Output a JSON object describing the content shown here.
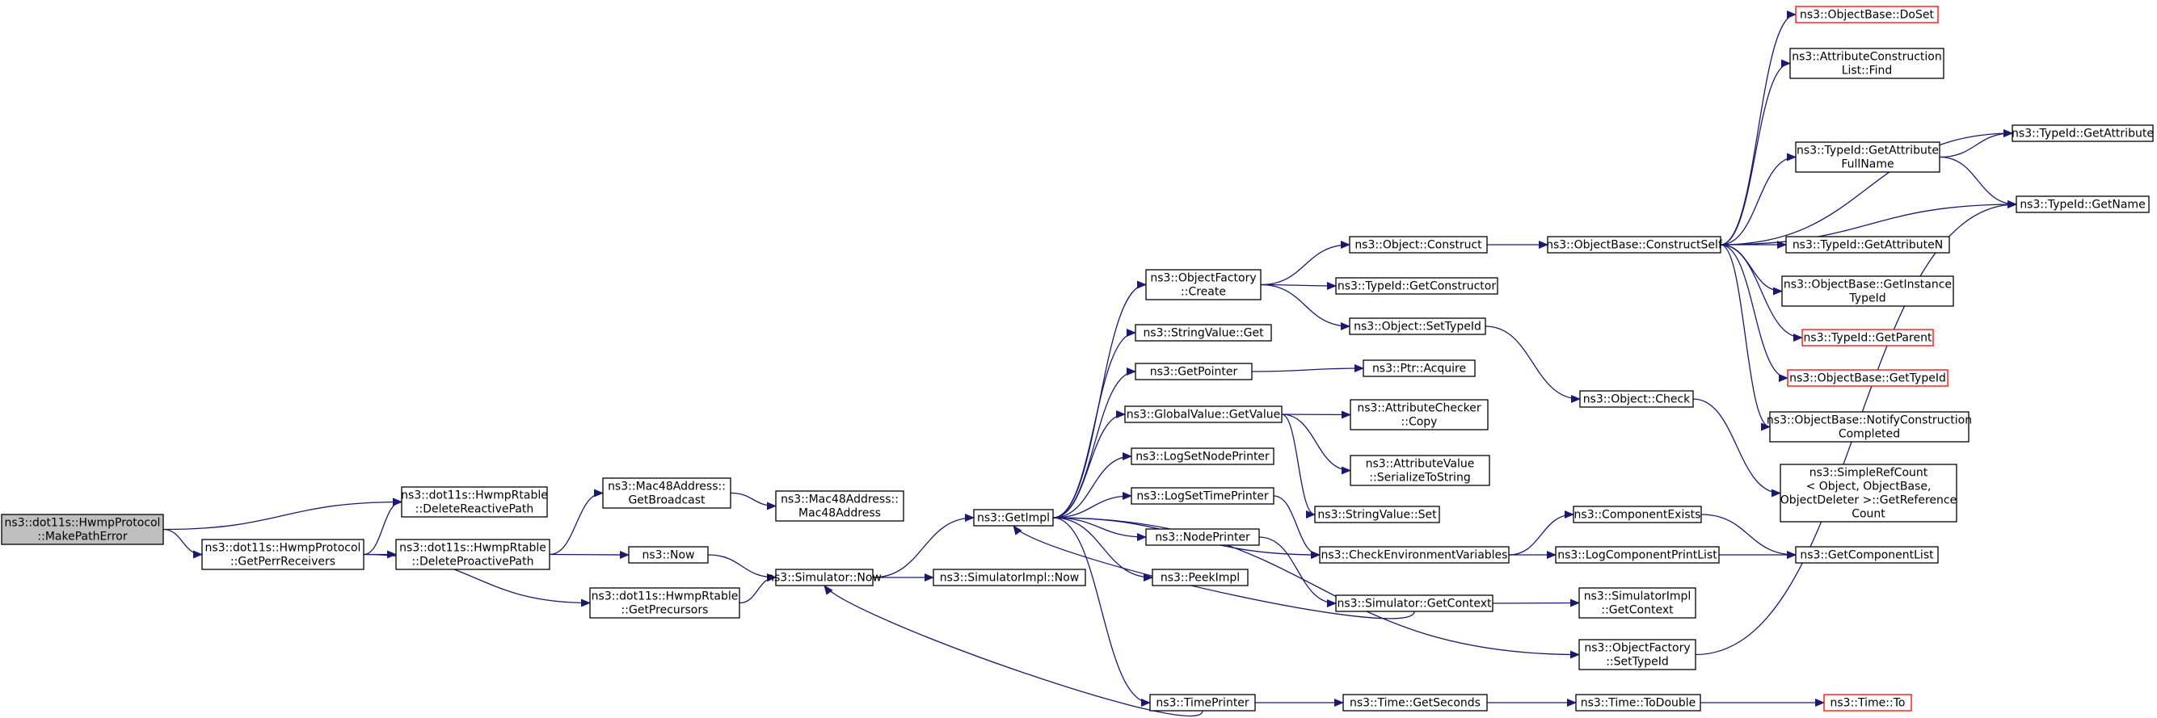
{
  "diagram": {
    "type": "call-graph",
    "colors": {
      "edge": "#191970",
      "node_border": "#000000",
      "node_border_truncated": "#ff0000",
      "node_fill": "#ffffff",
      "root_fill": "#bfbfbf"
    },
    "nodes": [
      {
        "id": "makePathError",
        "lines": [
          "ns3::dot11s::HwmpProtocol",
          "::MakePathError"
        ],
        "style": "root"
      },
      {
        "id": "deleteReactivePath",
        "lines": [
          "ns3::dot11s::HwmpRtable",
          "::DeleteReactivePath"
        ],
        "style": "normal"
      },
      {
        "id": "getPerrReceivers",
        "lines": [
          "ns3::dot11s::HwmpProtocol",
          "::GetPerrReceivers"
        ],
        "style": "normal"
      },
      {
        "id": "deleteProactivePath",
        "lines": [
          "ns3::dot11s::HwmpRtable",
          "::DeleteProactivePath"
        ],
        "style": "normal"
      },
      {
        "id": "getPrecursors",
        "lines": [
          "ns3::dot11s::HwmpRtable",
          "::GetPrecursors"
        ],
        "style": "normal"
      },
      {
        "id": "getBroadcast",
        "lines": [
          "ns3::Mac48Address::",
          "GetBroadcast"
        ],
        "style": "normal"
      },
      {
        "id": "mac48Address",
        "lines": [
          "ns3::Mac48Address::",
          "Mac48Address"
        ],
        "style": "normal"
      },
      {
        "id": "now",
        "lines": [
          "ns3::Now"
        ],
        "style": "normal"
      },
      {
        "id": "simulatorNow",
        "lines": [
          "ns3::Simulator::Now"
        ],
        "style": "normal"
      },
      {
        "id": "simulatorImplNow",
        "lines": [
          "ns3::SimulatorImpl::Now"
        ],
        "style": "normal"
      },
      {
        "id": "getImpl",
        "lines": [
          "ns3::GetImpl"
        ],
        "style": "normal"
      },
      {
        "id": "objectFactoryCreate",
        "lines": [
          "ns3::ObjectFactory",
          "::Create"
        ],
        "style": "normal"
      },
      {
        "id": "stringValueGet",
        "lines": [
          "ns3::StringValue::Get"
        ],
        "style": "normal"
      },
      {
        "id": "getPointer",
        "lines": [
          "ns3::GetPointer"
        ],
        "style": "normal"
      },
      {
        "id": "globalValueGetValue",
        "lines": [
          "ns3::GlobalValue::GetValue"
        ],
        "style": "normal"
      },
      {
        "id": "logSetNodePrinter",
        "lines": [
          "ns3::LogSetNodePrinter"
        ],
        "style": "normal"
      },
      {
        "id": "logSetTimePrinter",
        "lines": [
          "ns3::LogSetTimePrinter"
        ],
        "style": "normal"
      },
      {
        "id": "nodePrinter",
        "lines": [
          "ns3::NodePrinter"
        ],
        "style": "normal"
      },
      {
        "id": "peekImpl",
        "lines": [
          "ns3::PeekImpl"
        ],
        "style": "normal"
      },
      {
        "id": "timePrinter",
        "lines": [
          "ns3::TimePrinter"
        ],
        "style": "normal"
      },
      {
        "id": "objectConstruct",
        "lines": [
          "ns3::Object::Construct"
        ],
        "style": "normal"
      },
      {
        "id": "typeIdGetConstructor",
        "lines": [
          "ns3::TypeId::GetConstructor"
        ],
        "style": "normal"
      },
      {
        "id": "objectSetTypeId",
        "lines": [
          "ns3::Object::SetTypeId"
        ],
        "style": "normal"
      },
      {
        "id": "ptrAcquire",
        "lines": [
          "ns3::Ptr::Acquire"
        ],
        "style": "normal"
      },
      {
        "id": "attributeCheckerCopy",
        "lines": [
          "ns3::AttributeChecker",
          "::Copy"
        ],
        "style": "normal"
      },
      {
        "id": "attributeValueSerialize",
        "lines": [
          "ns3::AttributeValue",
          "::SerializeToString"
        ],
        "style": "normal"
      },
      {
        "id": "stringValueSet",
        "lines": [
          "ns3::StringValue::Set"
        ],
        "style": "normal"
      },
      {
        "id": "checkEnvVars",
        "lines": [
          "ns3::CheckEnvironmentVariables"
        ],
        "style": "normal"
      },
      {
        "id": "simulatorGetContext",
        "lines": [
          "ns3::Simulator::GetContext"
        ],
        "style": "normal"
      },
      {
        "id": "timeGetSeconds",
        "lines": [
          "ns3::Time::GetSeconds"
        ],
        "style": "normal"
      },
      {
        "id": "objectBaseConstructSelf",
        "lines": [
          "ns3::ObjectBase::ConstructSelf"
        ],
        "style": "normal"
      },
      {
        "id": "objectCheck",
        "lines": [
          "ns3::Object::Check"
        ],
        "style": "normal"
      },
      {
        "id": "componentExists",
        "lines": [
          "ns3::ComponentExists"
        ],
        "style": "normal"
      },
      {
        "id": "logComponentPrintList",
        "lines": [
          "ns3::LogComponentPrintList"
        ],
        "style": "normal"
      },
      {
        "id": "simulatorImplGetContext",
        "lines": [
          "ns3::SimulatorImpl",
          "::GetContext"
        ],
        "style": "normal"
      },
      {
        "id": "objectFactorySetTypeId",
        "lines": [
          "ns3::ObjectFactory",
          "::SetTypeId"
        ],
        "style": "normal"
      },
      {
        "id": "timeToDouble",
        "lines": [
          "ns3::Time::ToDouble"
        ],
        "style": "normal"
      },
      {
        "id": "objectBaseDoSet",
        "lines": [
          "ns3::ObjectBase::DoSet"
        ],
        "style": "truncated"
      },
      {
        "id": "attrConstructionListFind",
        "lines": [
          "ns3::AttributeConstruction",
          "List::Find"
        ],
        "style": "normal"
      },
      {
        "id": "typeIdGetAttributeFullName",
        "lines": [
          "ns3::TypeId::GetAttribute",
          "FullName"
        ],
        "style": "normal"
      },
      {
        "id": "typeIdGetAttributeN",
        "lines": [
          "ns3::TypeId::GetAttributeN"
        ],
        "style": "normal"
      },
      {
        "id": "objectBaseGetInstanceTypeId",
        "lines": [
          "ns3::ObjectBase::GetInstance",
          "TypeId"
        ],
        "style": "normal"
      },
      {
        "id": "typeIdGetParent",
        "lines": [
          "ns3::TypeId::GetParent"
        ],
        "style": "truncated"
      },
      {
        "id": "objectBaseGetTypeId",
        "lines": [
          "ns3::ObjectBase::GetTypeId"
        ],
        "style": "truncated"
      },
      {
        "id": "objectBaseNotifyConstructionCompleted",
        "lines": [
          "ns3::ObjectBase::NotifyConstruction",
          "Completed"
        ],
        "style": "normal"
      },
      {
        "id": "simpleRefCountGetReferenceCount",
        "lines": [
          "ns3::SimpleRefCount",
          "< Object, ObjectBase,",
          "ObjectDeleter >::GetReference",
          "Count"
        ],
        "style": "normal"
      },
      {
        "id": "getComponentList",
        "lines": [
          "ns3::GetComponentList"
        ],
        "style": "normal"
      },
      {
        "id": "timeTo",
        "lines": [
          "ns3::Time::To"
        ],
        "style": "truncated"
      },
      {
        "id": "typeIdGetAttribute",
        "lines": [
          "ns3::TypeId::GetAttribute"
        ],
        "style": "normal"
      },
      {
        "id": "typeIdGetName",
        "lines": [
          "ns3::TypeId::GetName"
        ],
        "style": "normal"
      }
    ],
    "edges": [
      [
        "makePathError",
        "deleteReactivePath"
      ],
      [
        "makePathError",
        "getPerrReceivers"
      ],
      [
        "getPerrReceivers",
        "deleteReactivePath"
      ],
      [
        "getPerrReceivers",
        "deleteProactivePath"
      ],
      [
        "getPerrReceivers",
        "getPrecursors"
      ],
      [
        "deleteProactivePath",
        "getBroadcast"
      ],
      [
        "deleteProactivePath",
        "now"
      ],
      [
        "getBroadcast",
        "mac48Address"
      ],
      [
        "now",
        "simulatorNow"
      ],
      [
        "getPrecursors",
        "simulatorNow"
      ],
      [
        "simulatorNow",
        "getImpl"
      ],
      [
        "simulatorNow",
        "simulatorImplNow"
      ],
      [
        "getImpl",
        "objectFactoryCreate"
      ],
      [
        "getImpl",
        "stringValueGet"
      ],
      [
        "getImpl",
        "getPointer"
      ],
      [
        "getImpl",
        "globalValueGetValue"
      ],
      [
        "getImpl",
        "logSetNodePrinter"
      ],
      [
        "getImpl",
        "logSetTimePrinter"
      ],
      [
        "getImpl",
        "nodePrinter"
      ],
      [
        "getImpl",
        "peekImpl"
      ],
      [
        "getImpl",
        "timePrinter"
      ],
      [
        "getImpl",
        "checkEnvVars"
      ],
      [
        "getImpl",
        "objectFactorySetTypeId"
      ],
      [
        "objectFactoryCreate",
        "objectConstruct"
      ],
      [
        "objectFactoryCreate",
        "typeIdGetConstructor"
      ],
      [
        "objectFactoryCreate",
        "objectSetTypeId"
      ],
      [
        "getPointer",
        "ptrAcquire"
      ],
      [
        "globalValueGetValue",
        "attributeCheckerCopy"
      ],
      [
        "globalValueGetValue",
        "attributeValueSerialize"
      ],
      [
        "globalValueGetValue",
        "stringValueSet"
      ],
      [
        "logSetTimePrinter",
        "checkEnvVars"
      ],
      [
        "nodePrinter",
        "simulatorGetContext"
      ],
      [
        "simulatorGetContext",
        "getImpl"
      ],
      [
        "simulatorGetContext",
        "simulatorImplGetContext"
      ],
      [
        "timePrinter",
        "simulatorNow"
      ],
      [
        "timePrinter",
        "timeGetSeconds"
      ],
      [
        "timeGetSeconds",
        "timeToDouble"
      ],
      [
        "timeToDouble",
        "timeTo"
      ],
      [
        "objectConstruct",
        "objectBaseConstructSelf"
      ],
      [
        "objectSetTypeId",
        "objectCheck"
      ],
      [
        "objectCheck",
        "simpleRefCountGetReferenceCount"
      ],
      [
        "checkEnvVars",
        "componentExists"
      ],
      [
        "checkEnvVars",
        "logComponentPrintList"
      ],
      [
        "componentExists",
        "getComponentList"
      ],
      [
        "logComponentPrintList",
        "getComponentList"
      ],
      [
        "objectFactorySetTypeId",
        "typeIdGetName"
      ],
      [
        "objectBaseConstructSelf",
        "objectBaseDoSet"
      ],
      [
        "objectBaseConstructSelf",
        "attrConstructionListFind"
      ],
      [
        "objectBaseConstructSelf",
        "typeIdGetAttribute"
      ],
      [
        "objectBaseConstructSelf",
        "typeIdGetAttributeFullName"
      ],
      [
        "objectBaseConstructSelf",
        "typeIdGetName"
      ],
      [
        "objectBaseConstructSelf",
        "typeIdGetAttributeN"
      ],
      [
        "objectBaseConstructSelf",
        "objectBaseGetInstanceTypeId"
      ],
      [
        "objectBaseConstructSelf",
        "typeIdGetParent"
      ],
      [
        "objectBaseConstructSelf",
        "objectBaseGetTypeId"
      ],
      [
        "objectBaseConstructSelf",
        "objectBaseNotifyConstructionCompleted"
      ],
      [
        "typeIdGetAttributeFullName",
        "typeIdGetAttribute"
      ],
      [
        "typeIdGetAttributeFullName",
        "typeIdGetName"
      ]
    ]
  }
}
